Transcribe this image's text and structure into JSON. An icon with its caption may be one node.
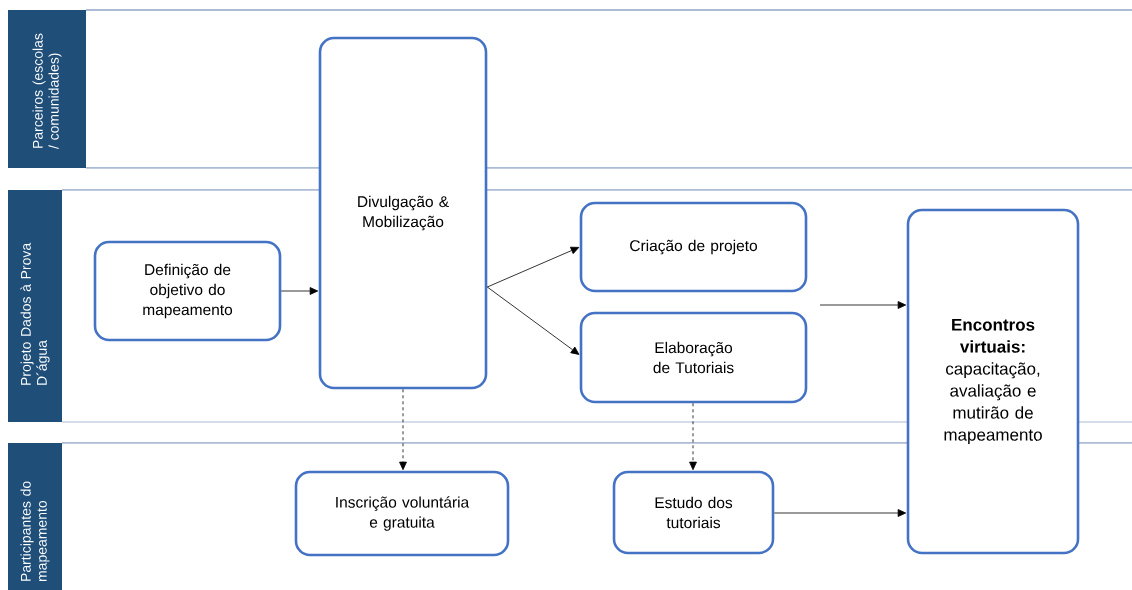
{
  "diagram": {
    "nodes": [
      {
        "text": [
          "Parceiros (escolas / comunidades)"
        ]
      },
      {
        "text": [
          "Projeto Dados à Prova D´água"
        ]
      },
      {
        "text": [
          "Participantes do mapeamento"
        ]
      },
      {
        "text": [
          "Definição de objetivo do mapeamento"
        ]
      },
      {
        "text": [
          "Divulgação & Mobilização"
        ]
      },
      {
        "text": [
          "Criação de projeto"
        ]
      },
      {
        "text": [
          "Elaboração de Tutoriais"
        ]
      },
      {
        "text": [
          "Inscrição voluntária e gratuita"
        ]
      },
      {
        "text": [
          "Estudo dos tutoriais"
        ]
      },
      {
        "text": [
          "**Encontros virtuais:** capacitação, avaliação e mutirão de mapeamento"
        ]
      }
    ],
    "edges": [
      {
        "from": 3,
        "to": 4,
        "arrow": "to"
      },
      {
        "from": 4,
        "to": 5,
        "arrow": "to"
      },
      {
        "from": 4,
        "to": 6,
        "arrow": "to"
      },
      {
        "from": 4,
        "to": 7,
        "arrow": "to",
        "style": "dashed"
      },
      {
        "from": 6,
        "to": 8,
        "arrow": "to",
        "style": "dashed"
      },
      {
        "from": null,
        "to": 9,
        "arrow": "to"
      },
      {
        "from": 8,
        "to": 9,
        "arrow": "to"
      }
    ]
  }
}
